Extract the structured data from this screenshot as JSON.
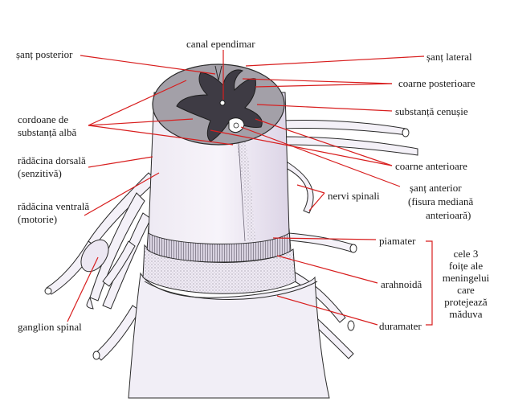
{
  "labels": {
    "canal_ependimar": "canal ependimar",
    "sant_posterior": "șanț posterior",
    "sant_lateral": "șanț lateral",
    "coarne_posterioare": "coarne posterioare",
    "substanta_cenusie": "substanță cenușie",
    "cordoane_l1": "cordoane de",
    "cordoane_l2": "substanță albă",
    "radacina_dorsala_l1": "rădăcina dorsală",
    "radacina_dorsala_l2": "(senzitivă)",
    "coarne_anterioare": "coarne anterioare",
    "sant_anterior_l1": "șanț anterior",
    "sant_anterior_l2": "(fisura mediană",
    "sant_anterior_l3": "anterioară)",
    "nervi_spinali": "nervi spinali",
    "radacina_ventrala_l1": "rădăcina ventrală",
    "radacina_ventrala_l2": "(motorie)",
    "piamater": "piamater",
    "arahnoida": "arahnoidă",
    "duramater": "duramater",
    "ganglion_spinal": "ganglion spinal",
    "meninges_l1": "cele 3",
    "meninges_l2": "foițe ale",
    "meninges_l3": "meningelui",
    "meninges_l4": "care",
    "meninges_l5": "protejează",
    "meninges_l6": "măduva"
  },
  "colors": {
    "leader": "#d81e1e",
    "outline": "#2a2a2a",
    "white_matter": "#9e9e9e",
    "grey_matter": "#3c3c3c",
    "cord_body": "#e9e3f1",
    "membrane": "#c8c0d4"
  }
}
